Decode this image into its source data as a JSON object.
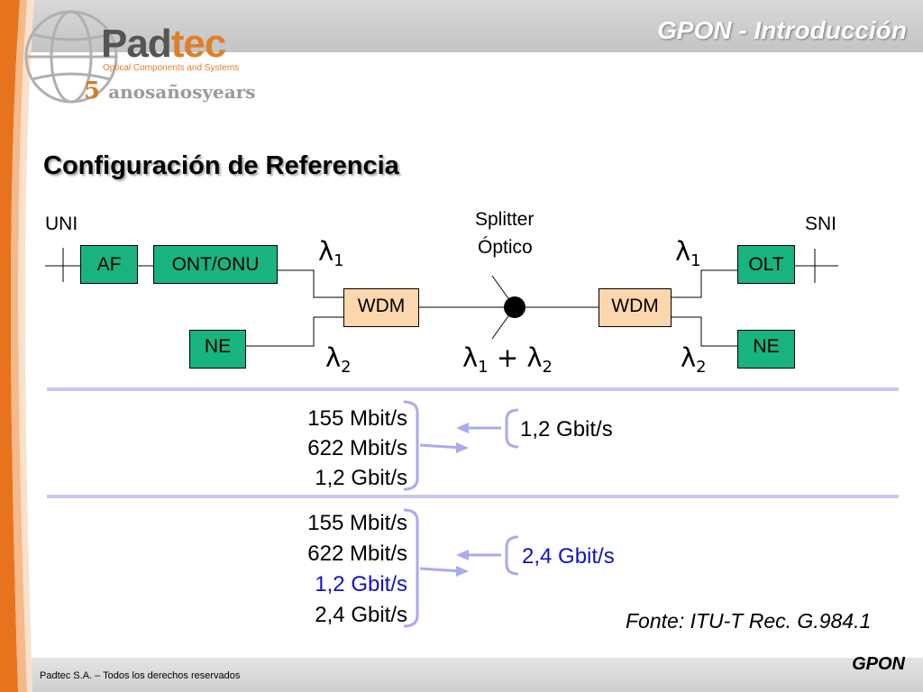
{
  "header": {
    "title": "GPON - Introducción"
  },
  "logo": {
    "brand_part1": "Pad",
    "brand_part2": "tec",
    "tagline": "Optical Components and Systems",
    "anniversary_number": "5",
    "anniversary_text": "anosañosyears"
  },
  "heading": "Configuración de Referencia",
  "diagram": {
    "uni_label": "UNI",
    "sni_label": "SNI",
    "splitter_label_line1": "Splitter",
    "splitter_label_line2": "Óptico",
    "af_label": "AF",
    "ont_label": "ONT/ONU",
    "ne_left_label": "NE",
    "wdm_left_label": "WDM",
    "wdm_right_label": "WDM",
    "olt_label": "OLT",
    "ne_right_label": "NE",
    "lambda_symbol": "λ",
    "lambda1_index": "1",
    "lambda2_index": "2",
    "plus_sign": "+"
  },
  "rates": {
    "group1_upstream": [
      "155 Mbit/s",
      "622 Mbit/s",
      "1,2 Gbit/s"
    ],
    "group1_downstream": "1,2 Gbit/s",
    "group2_upstream": [
      "155 Mbit/s",
      "622 Mbit/s",
      "1,2 Gbit/s",
      "2,4 Gbit/s"
    ],
    "group2_downstream": "2,4 Gbit/s",
    "highlight_color": "#1212c0"
  },
  "source": "Fonte: ITU-T Rec. G.984.1",
  "footer": {
    "left": "Padtec S.A. – Todos los derechos reservados",
    "right": "GPON"
  },
  "colors": {
    "box_green": "#19b381",
    "wdm_peach": "#fcd6ac",
    "accent_orange": "#e07f2b",
    "separator_lavender": "#c8c8f4",
    "bracket_lavender": "#aaaaee"
  }
}
